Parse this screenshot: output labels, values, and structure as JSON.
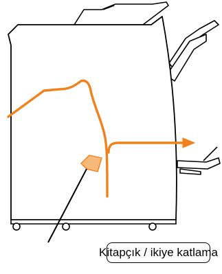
{
  "callout": {
    "label": "Kitapçık / ikiye katlama"
  },
  "colors": {
    "paper_path": "#f0821e",
    "highlight_fill": "#f7b97a",
    "outline": "#000000",
    "background": "#ffffff"
  },
  "icons": {
    "highlight": "booklet-fold-unit-marker",
    "arrow": "paper-output-arrow"
  }
}
